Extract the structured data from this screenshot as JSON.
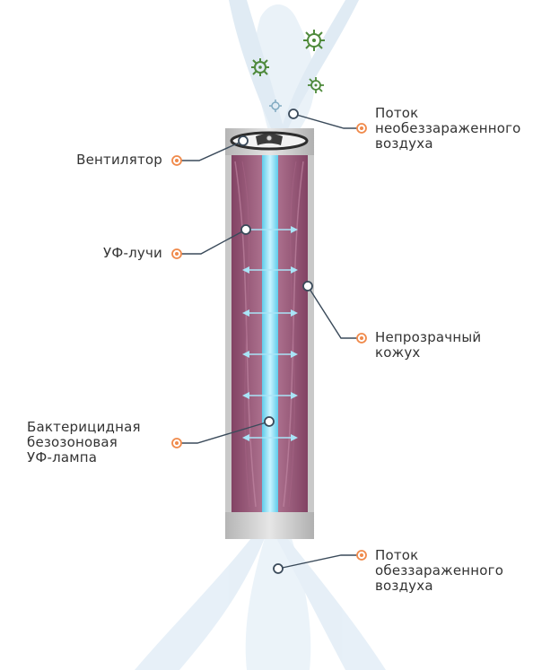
{
  "labels": {
    "unclean_air": [
      "Поток",
      "необеззараженного",
      "воздуха"
    ],
    "fan": "Вентилятор",
    "uv_rays": "УФ-лучи",
    "casing": [
      "Непрозрачный",
      "кожух"
    ],
    "lamp": [
      "Бактерицидная",
      "безозоновая",
      "УФ-лампа"
    ],
    "clean_air": [
      "Поток",
      "обеззараженного",
      "воздуха"
    ]
  },
  "colors": {
    "marker_orange": "#f08a4b",
    "leader_line": "#3a4a5a",
    "casing_purple": "#8e4a6c",
    "lamp_blue": "#6ed6f2",
    "metal_gray": "#c4c4c4",
    "virus_green": "#4f8a3c",
    "air_flow": "#dbeaf5"
  },
  "icons": {
    "marker": "orange-ring-marker",
    "pointer": "white-circle-pointer",
    "virus": "virus-icon",
    "arrow": "double-arrow-icon"
  }
}
